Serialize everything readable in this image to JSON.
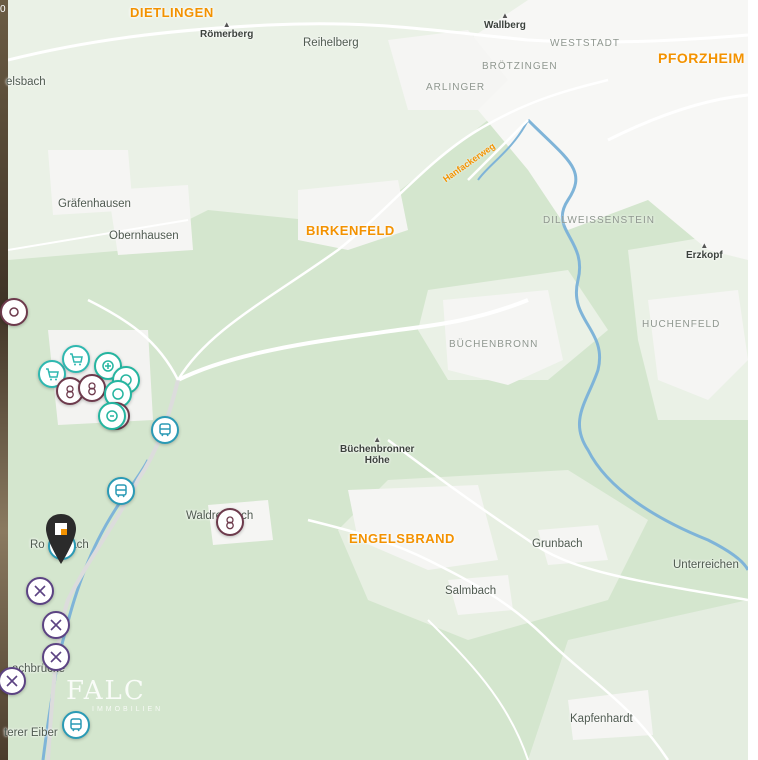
{
  "map": {
    "towns": [
      {
        "id": "dietlingen",
        "text": "DIETLINGEN"
      },
      {
        "id": "pforzheim",
        "text": "PFORZHEIM"
      },
      {
        "id": "birkenfeld",
        "text": "BIRKENFELD"
      },
      {
        "id": "engelsbrand",
        "text": "ENGELSBRAND"
      }
    ],
    "villages": [
      {
        "id": "graefenhausen",
        "text": "Gräfenhausen"
      },
      {
        "id": "obernhausen",
        "text": "Obernhausen"
      },
      {
        "id": "reihelberg",
        "text": "Reihelberg"
      },
      {
        "id": "grunbach",
        "text": "Grunbach"
      },
      {
        "id": "salmbach",
        "text": "Salmbach"
      },
      {
        "id": "unterreichenbach",
        "text": "Unterreichen"
      },
      {
        "id": "kapfenhardt",
        "text": "Kapfenhardt"
      },
      {
        "id": "waldrennach",
        "text": "Waldrennach"
      },
      {
        "id": "rotenbach",
        "text": "Ro        ach"
      },
      {
        "id": "elsbach",
        "text": "elsbach"
      },
      {
        "id": "eyachbruecke",
        "text": "achbrücke"
      },
      {
        "id": "untererEiberg",
        "text": "terer Eiber"
      }
    ],
    "quarters": [
      {
        "id": "weststadt",
        "text": "WESTSTADT"
      },
      {
        "id": "broetzingen",
        "text": "BRÖTZINGEN"
      },
      {
        "id": "arlinger",
        "text": "ARLINGER"
      },
      {
        "id": "dillweissenstein",
        "text": "DILLWEISSENSTEIN"
      },
      {
        "id": "buechenbronn",
        "text": "BÜCHENBRONN"
      },
      {
        "id": "huchenfeld",
        "text": "HUCHENFELD"
      }
    ],
    "peaks": [
      {
        "id": "roemerberg",
        "text": "Römerberg"
      },
      {
        "id": "wallberg",
        "text": "Wallberg"
      },
      {
        "id": "erzkopf",
        "text": "Erzkopf"
      },
      {
        "id": "buechenbronnerHoehe",
        "line1": "Büchenbronner",
        "line2": "Höhe"
      }
    ],
    "streets": [
      {
        "id": "hanfackerweg",
        "text": "Hanfackerweg"
      }
    ],
    "watermark": {
      "brand": "FALC",
      "sub": "IMMOBILIEN"
    },
    "corner_badge": "0",
    "colors": {
      "forest": "#d4e6ce",
      "meadow": "#eef3ea",
      "settlement": "#f6f6f4",
      "water": "#7fb4d8",
      "road_major": "#d6d6d6",
      "town_label": "#f39200",
      "transit": "#2a9ab5",
      "shop": "#2fb8b0",
      "kids": "#6d3a4c",
      "food": "#5c4383",
      "marker": "#2b2b2b"
    },
    "poi_types": [
      "transit",
      "shop",
      "health",
      "kids",
      "food"
    ]
  }
}
